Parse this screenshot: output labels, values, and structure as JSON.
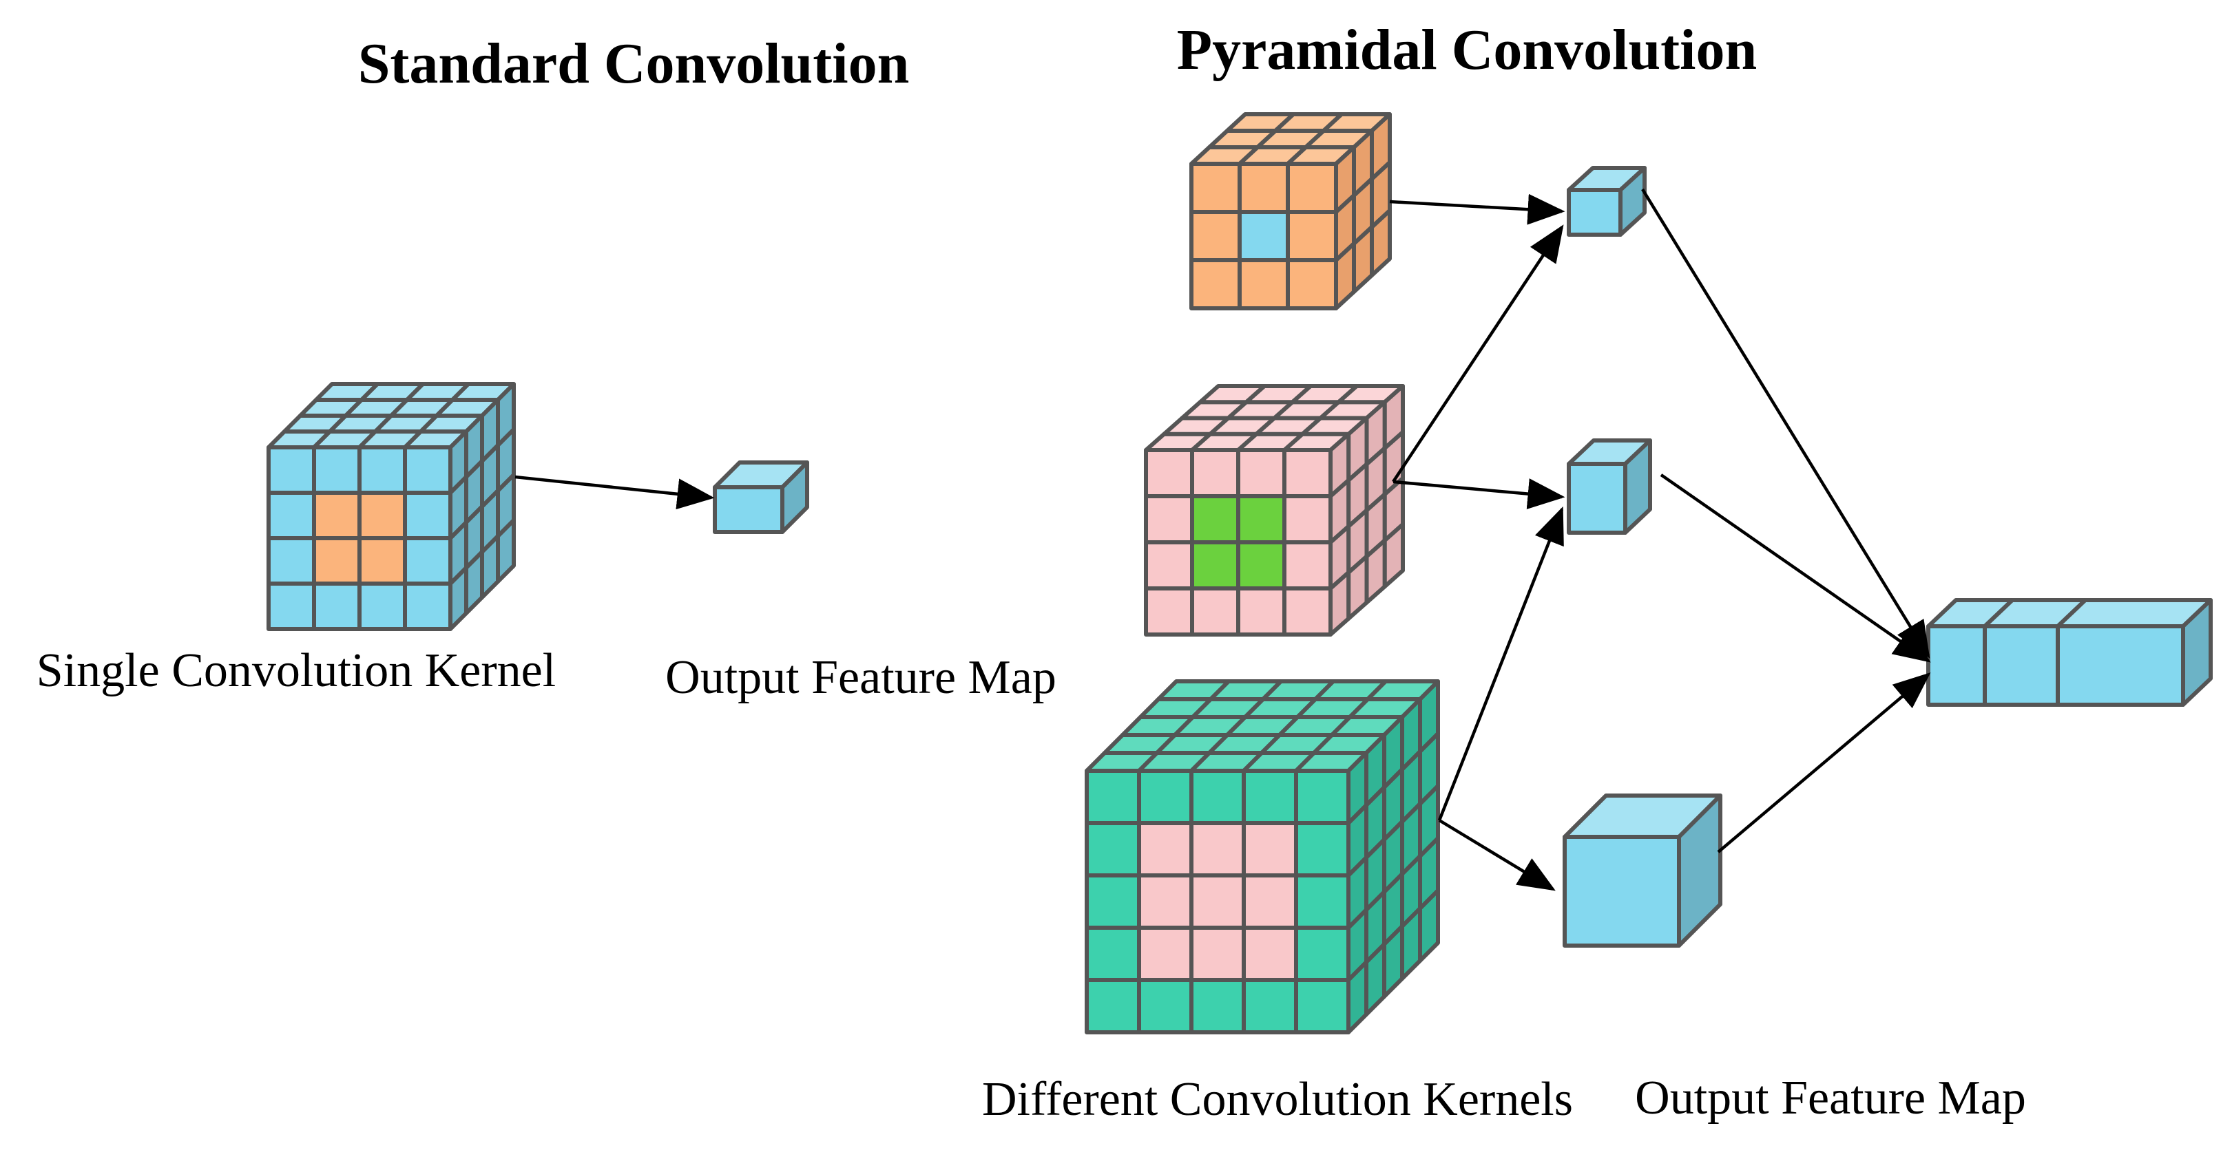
{
  "titles": {
    "standard": "Standard Convolution",
    "pyramidal": "Pyramidal Convolution"
  },
  "captions": {
    "single_kernel": "Single Convolution Kernel",
    "output_left": "Output Feature Map",
    "different_kernels": "Different Convolution Kernels",
    "output_right": "Output Feature Map"
  },
  "colors": {
    "blue_front": "#84d8ef",
    "blue_top": "#a6e3f3",
    "blue_side": "#6cb3c6",
    "orange_front": "#fbb47c",
    "orange_top": "#fcc699",
    "orange_side": "#e8a06c",
    "pink_front": "#f9c8ca",
    "pink_top": "#fbd6d8",
    "pink_side": "#e3b3b6",
    "green_center": "#6bd13e",
    "teal_front": "#3dd1ad",
    "teal_top": "#5fdbbd",
    "teal_side": "#31b495",
    "stroke": "#555555"
  }
}
